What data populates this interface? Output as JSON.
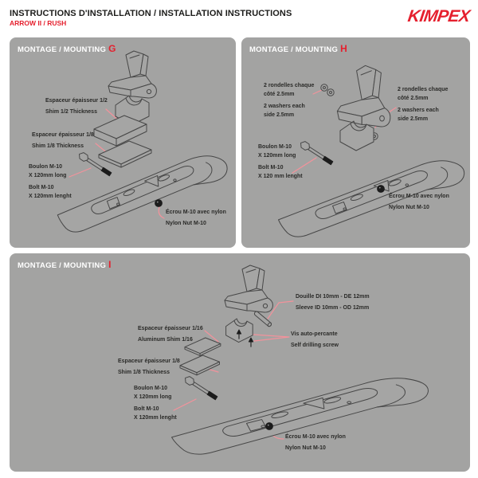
{
  "header": {
    "title": "INSTRUCTIONS D'INSTALLATION / INSTALLATION INSTRUCTIONS",
    "model": "ARROW II / RUSH",
    "brand": "KIMPEX"
  },
  "colors": {
    "accent_red": "#e5202e",
    "panel_gray": "#a3a3a2",
    "leader_pink": "#f2929b",
    "drawing_line": "#474747"
  },
  "panel_g": {
    "title": "MONTAGE / MOUNTING",
    "letter": "G",
    "shim_half_fr": "Espaceur épaisseur 1/2",
    "shim_half_en": "Shim 1/2 Thickness",
    "shim_eighth_fr": "Espaceur épaisseur 1/8",
    "shim_eighth_en": "Shim 1/8 Thickness",
    "bolt_fr_1": "Boulon M-10",
    "bolt_fr_2": "X 120mm long",
    "bolt_en_1": "Bolt M-10",
    "bolt_en_2": "X 120mm lenght",
    "nut_fr": "Écrou M-10 avec nylon",
    "nut_en": "Nylon Nut M-10"
  },
  "panel_h": {
    "title": "MONTAGE / MOUNTING",
    "letter": "H",
    "washers_fr_1": "2 rondelles chaque",
    "washers_fr_2": "côté 2.5mm",
    "washers_en_1": "2 washers each",
    "washers_en_2": "side 2.5mm",
    "bolt_fr_1": "Boulon M-10",
    "bolt_fr_2": "X 120mm long",
    "bolt_en_1": "Bolt M-10",
    "bolt_en_2": "X 120 mm lenght",
    "nut_fr": "Écrou M-10 avec nylon",
    "nut_en": "Nylon Nut M-10"
  },
  "panel_i": {
    "title": "MONTAGE / MOUNTING",
    "letter": "I",
    "sleeve_fr": "Douille DI 10mm - DE 12mm",
    "sleeve_en": "Sleeve ID 10mm - OD 12mm",
    "shim_sixteenth_fr": "Espaceur épaisseur 1/16",
    "shim_sixteenth_en": "Aluminum Shim 1/16",
    "screw_fr": "Vis auto-percante",
    "screw_en": "Self drilling screw",
    "shim_eighth_fr": "Espaceur épaisseur 1/8",
    "shim_eighth_en": "Shim 1/8 Thickness",
    "bolt_fr_1": "Boulon M-10",
    "bolt_fr_2": "X 120mm long",
    "bolt_en_1": "Bolt M-10",
    "bolt_en_2": "X 120mm lenght",
    "nut_fr": "Écrou M-10 avec nylon",
    "nut_en": "Nylon Nut M-10"
  }
}
